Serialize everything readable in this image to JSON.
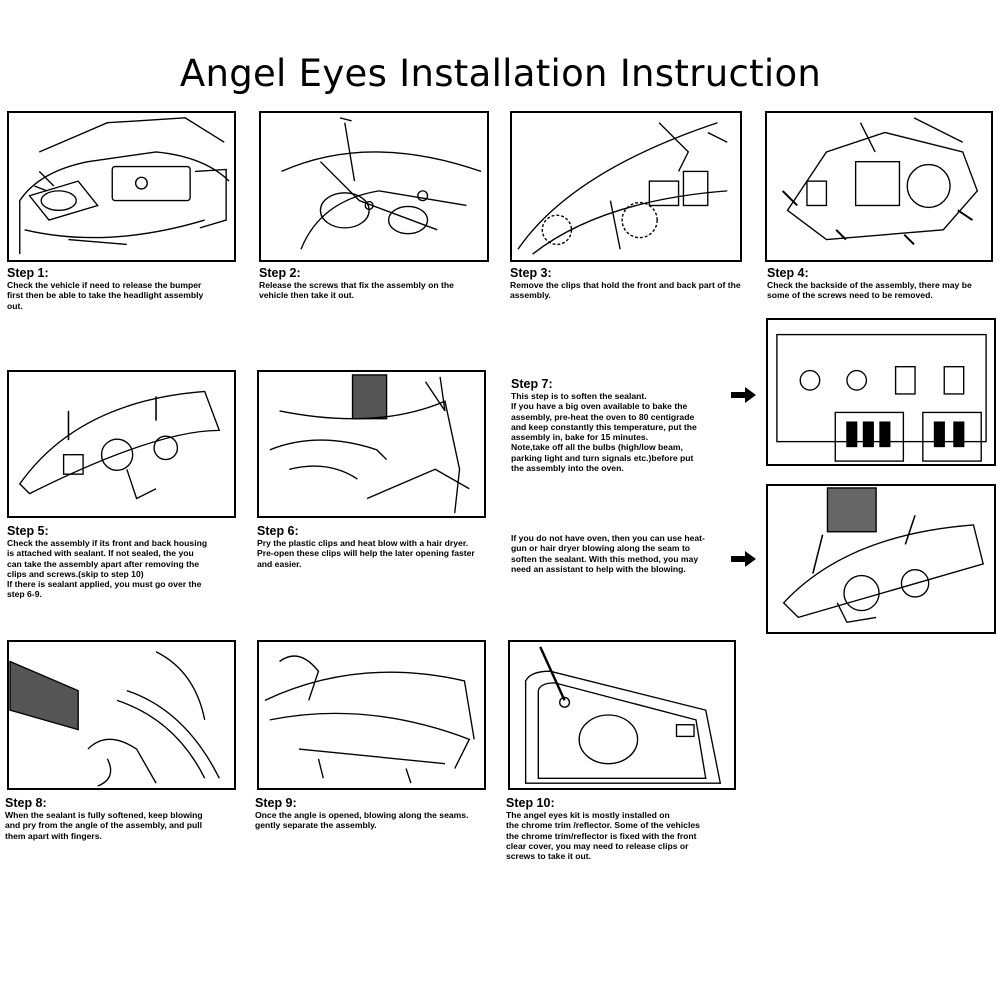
{
  "title": "Angel Eyes Installation Instruction",
  "steps": [
    {
      "label": "Step 1:",
      "text": "Check the vehicle if need to release the bumper\nfirst then be able to take the headlight assembly\nout."
    },
    {
      "label": "Step 2:",
      "text": "Release the screws that fix the assembly on the\nvehicle then take it out."
    },
    {
      "label": "Step 3:",
      "text": "Remove the clips that hold the front and back part of the\nassembly."
    },
    {
      "label": "Step 4:",
      "text": "Check the backside of the assembly, there may be\nsome of the screws need to be removed."
    },
    {
      "label": "Step 5:",
      "text": "Check the assembly if its front and back housing\nis attached with sealant. If not sealed, the you\ncan take the assembly apart after removing the\nclips and screws.(skip to step 10)\nIf there is sealant applied, you must go over the\nstep 6-9."
    },
    {
      "label": "Step 6:",
      "text": "Pry the plastic clips and heat blow with a hair dryer.\nPre-open these clips will help the later opening faster\nand easier."
    },
    {
      "label": "Step 7:",
      "text": "This step is to soften the sealant.\nIf you have a big oven available to bake the\nassembly, pre-heat the oven to 80 centigrade\nand keep constantly this temperature, put the\nassembly in, bake for 15 minutes.\nNote,take off all the bulbs (high/low beam,\nparking light and turn signals etc.)before put\nthe assembly into the oven."
    },
    {
      "label": "",
      "text": "If you do not have oven, then you can use heat-\ngun or hair dryer blowing along the seam to\nsoften the sealant. With this method, you may\nneed an assistant to help with the blowing."
    },
    {
      "label": "Step 8:",
      "text": "When the sealant is fully softened,  keep blowing\nand pry from the angle of the assembly, and pull\nthem apart with fingers."
    },
    {
      "label": "Step 9:",
      "text": "Once the angle is opened, blowing along the seams.\ngently separate the assembly."
    },
    {
      "label": "Step 10:",
      "text": "        The angel eyes kit is mostly installed on\nthe chrome trim /reflector. Some of the vehicles\nthe chrome trim/reflector is fixed with the front\nclear cover, you may need to release clips or\nscrews to take it out."
    }
  ]
}
